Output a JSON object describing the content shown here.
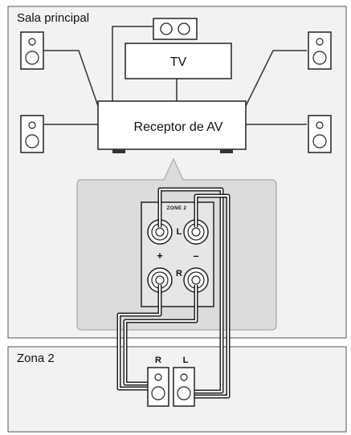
{
  "rooms": {
    "main_label": "Sala principal",
    "zone2_label": "Zona 2"
  },
  "devices": {
    "tv_label": "TV",
    "receiver_label": "Receptor de AV"
  },
  "terminal_panel": {
    "zone_label": "ZONE 2",
    "left_label": "L",
    "right_label": "R",
    "plus_sign": "+",
    "minus_sign": "–"
  },
  "zone2_speakers": {
    "right_label": "R",
    "left_label": "L"
  }
}
